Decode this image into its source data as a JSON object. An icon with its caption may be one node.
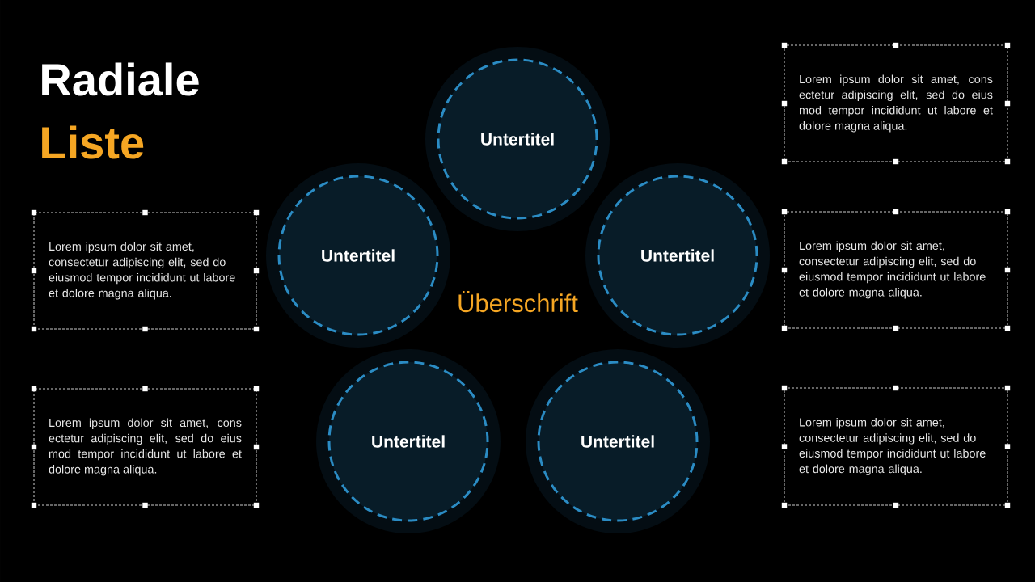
{
  "diagram": {
    "title": "Radiale",
    "nodes": [
      {
        "text": [
          "Lorem ipsum dolor sit amet, cons ectetur adipiscing elit, sed do eius mod tempor incididunt ut labore et dolore magna aliqua."
        ]
      },
      {
        "text": [
          "Untertitel"
        ]
      },
      {
        "text": [
          "Untertitel"
        ]
      },
      {
        "text": [
          "Untertitel"
        ]
      },
      {
        "text": [
          "Lorem ipsum dolor sit amet, consectetur adipiscing elit, sed do eiusmod tempor incididunt ut labore et dolore magna aliqua."
        ]
      },
      {
        "text": [
          "Lorem ipsum dolor sit amet, consectetur adipiscing elit, sed do eiusmod tempor incididunt ut labore et dolore magna aliqua."
        ]
      },
      {
        "text": [
          "Untertitel"
        ]
      },
      {
        "text": [
          "Untertitel"
        ]
      },
      {
        "text": [
          "Lorem ipsum dolor sit amet, cons ectetur adipiscing elit, sed do eius mod tempor incididunt ut labore et dolore magna aliqua."
        ]
      },
      {
        "text": [
          "Lorem ipsum dolor sit amet, consectetur adipiscing elit, sed do eiusmod tempor incididunt ut labore et dolore magna aliqua."
        ]
      }
    ],
    "labels": [
      "Liste",
      "Überschrift"
    ]
  }
}
